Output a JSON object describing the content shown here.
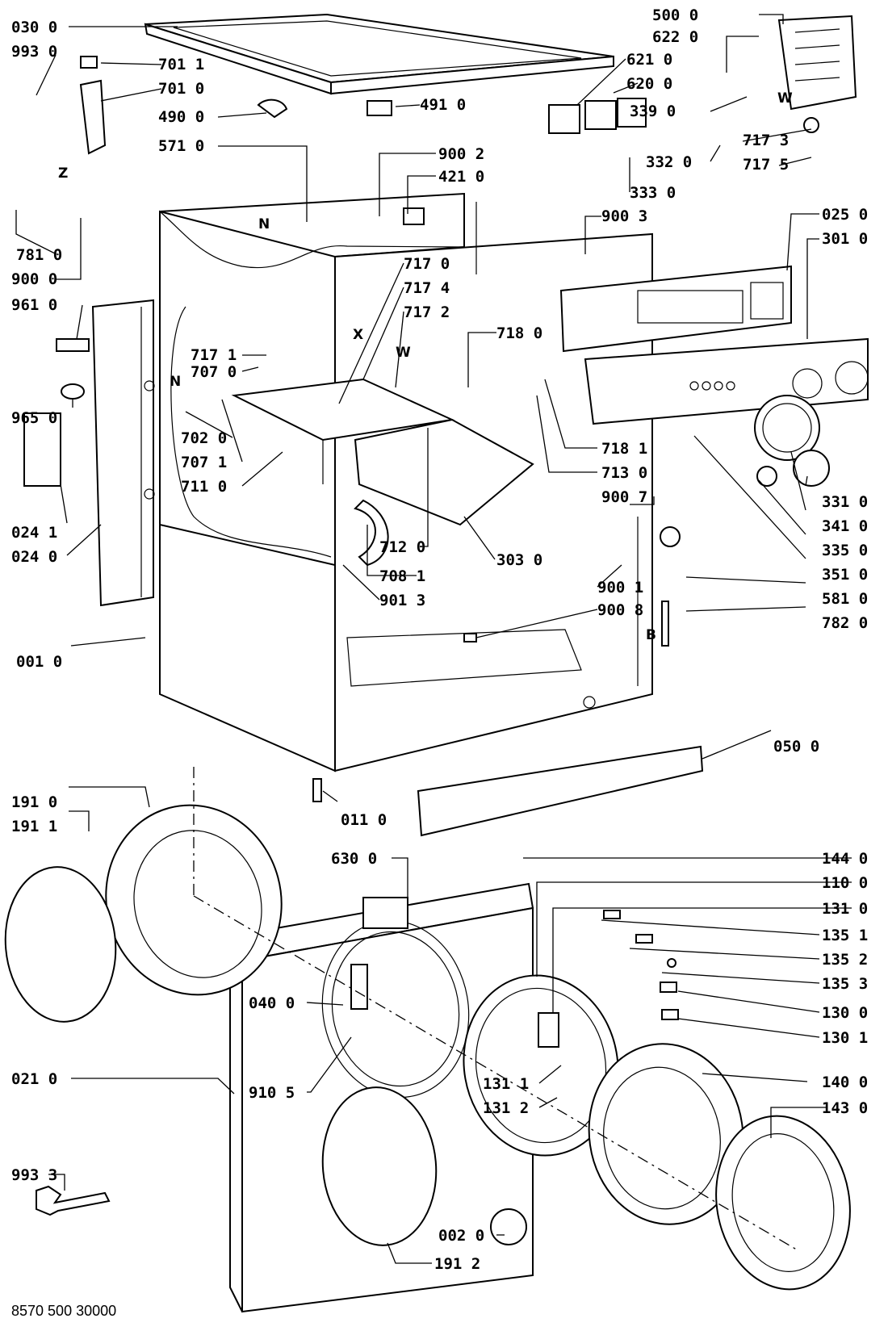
{
  "document_number": "8570 500 30000",
  "letters": [
    "N",
    "N",
    "Z",
    "X",
    "W",
    "W",
    "B"
  ],
  "callouts": [
    {
      "id": "c_0300",
      "text": "030 0"
    },
    {
      "id": "c_9930",
      "text": "993 0"
    },
    {
      "id": "c_7011",
      "text": "701 1"
    },
    {
      "id": "c_7010",
      "text": "701 0"
    },
    {
      "id": "c_4900",
      "text": "490 0"
    },
    {
      "id": "c_4910",
      "text": "491 0"
    },
    {
      "id": "c_5710",
      "text": "571 0"
    },
    {
      "id": "c_9002",
      "text": "900 2"
    },
    {
      "id": "c_4210",
      "text": "421 0"
    },
    {
      "id": "c_9003",
      "text": "900 3"
    },
    {
      "id": "c_7810",
      "text": "781 0"
    },
    {
      "id": "c_9000",
      "text": "900 0"
    },
    {
      "id": "c_5000",
      "text": "500 0"
    },
    {
      "id": "c_6220",
      "text": "622 0"
    },
    {
      "id": "c_6210",
      "text": "621 0"
    },
    {
      "id": "c_6200",
      "text": "620 0"
    },
    {
      "id": "c_3390",
      "text": "339 0"
    },
    {
      "id": "c_7173",
      "text": "717 3"
    },
    {
      "id": "c_3320",
      "text": "332 0"
    },
    {
      "id": "c_7175",
      "text": "717 5"
    },
    {
      "id": "c_3330",
      "text": "333 0"
    },
    {
      "id": "c_0250",
      "text": "025 0"
    },
    {
      "id": "c_3010",
      "text": "301 0"
    },
    {
      "id": "c_7170",
      "text": "717 0"
    },
    {
      "id": "c_7174",
      "text": "717 4"
    },
    {
      "id": "c_7172",
      "text": "717 2"
    },
    {
      "id": "c_7180",
      "text": "718 0"
    },
    {
      "id": "c_9610",
      "text": "961 0"
    },
    {
      "id": "c_7171",
      "text": "717 1"
    },
    {
      "id": "c_7070",
      "text": "707 0"
    },
    {
      "id": "c_9650",
      "text": "965 0"
    },
    {
      "id": "c_7020",
      "text": "702 0"
    },
    {
      "id": "c_7071",
      "text": "707 1"
    },
    {
      "id": "c_7110",
      "text": "711 0"
    },
    {
      "id": "c_7181",
      "text": "718 1"
    },
    {
      "id": "c_7130",
      "text": "713 0"
    },
    {
      "id": "c_9007",
      "text": "900 7"
    },
    {
      "id": "c_3310",
      "text": "331 0"
    },
    {
      "id": "c_3410",
      "text": "341 0"
    },
    {
      "id": "c_3350",
      "text": "335 0"
    },
    {
      "id": "c_3510",
      "text": "351 0"
    },
    {
      "id": "c_0241",
      "text": "024 1"
    },
    {
      "id": "c_0240",
      "text": "024 0"
    },
    {
      "id": "c_7120",
      "text": "712 0"
    },
    {
      "id": "c_3030",
      "text": "303 0"
    },
    {
      "id": "c_7081",
      "text": "708 1"
    },
    {
      "id": "c_9001",
      "text": "900 1"
    },
    {
      "id": "c_5810",
      "text": "581 0"
    },
    {
      "id": "c_9013",
      "text": "901 3"
    },
    {
      "id": "c_9008",
      "text": "900 8"
    },
    {
      "id": "c_7820",
      "text": "782 0"
    },
    {
      "id": "c_0010",
      "text": "001 0"
    },
    {
      "id": "c_0500",
      "text": "050 0"
    },
    {
      "id": "c_1910",
      "text": "191 0"
    },
    {
      "id": "c_1911",
      "text": "191 1"
    },
    {
      "id": "c_0110",
      "text": "011 0"
    },
    {
      "id": "c_6300",
      "text": "630 0"
    },
    {
      "id": "c_1440",
      "text": "144 0"
    },
    {
      "id": "c_1100",
      "text": "110 0"
    },
    {
      "id": "c_1310",
      "text": "131 0"
    },
    {
      "id": "c_1351",
      "text": "135 1"
    },
    {
      "id": "c_1352",
      "text": "135 2"
    },
    {
      "id": "c_0400",
      "text": "040 0"
    },
    {
      "id": "c_1353",
      "text": "135 3"
    },
    {
      "id": "c_1300",
      "text": "130 0"
    },
    {
      "id": "c_1301",
      "text": "130 1"
    },
    {
      "id": "c_0210",
      "text": "021 0"
    },
    {
      "id": "c_9105",
      "text": "910 5"
    },
    {
      "id": "c_1311",
      "text": "131 1"
    },
    {
      "id": "c_1312",
      "text": "131 2"
    },
    {
      "id": "c_1400",
      "text": "140 0"
    },
    {
      "id": "c_1430",
      "text": "143 0"
    },
    {
      "id": "c_9933",
      "text": "993 3"
    },
    {
      "id": "c_0020",
      "text": "002 0"
    },
    {
      "id": "c_1912",
      "text": "191 2"
    }
  ]
}
